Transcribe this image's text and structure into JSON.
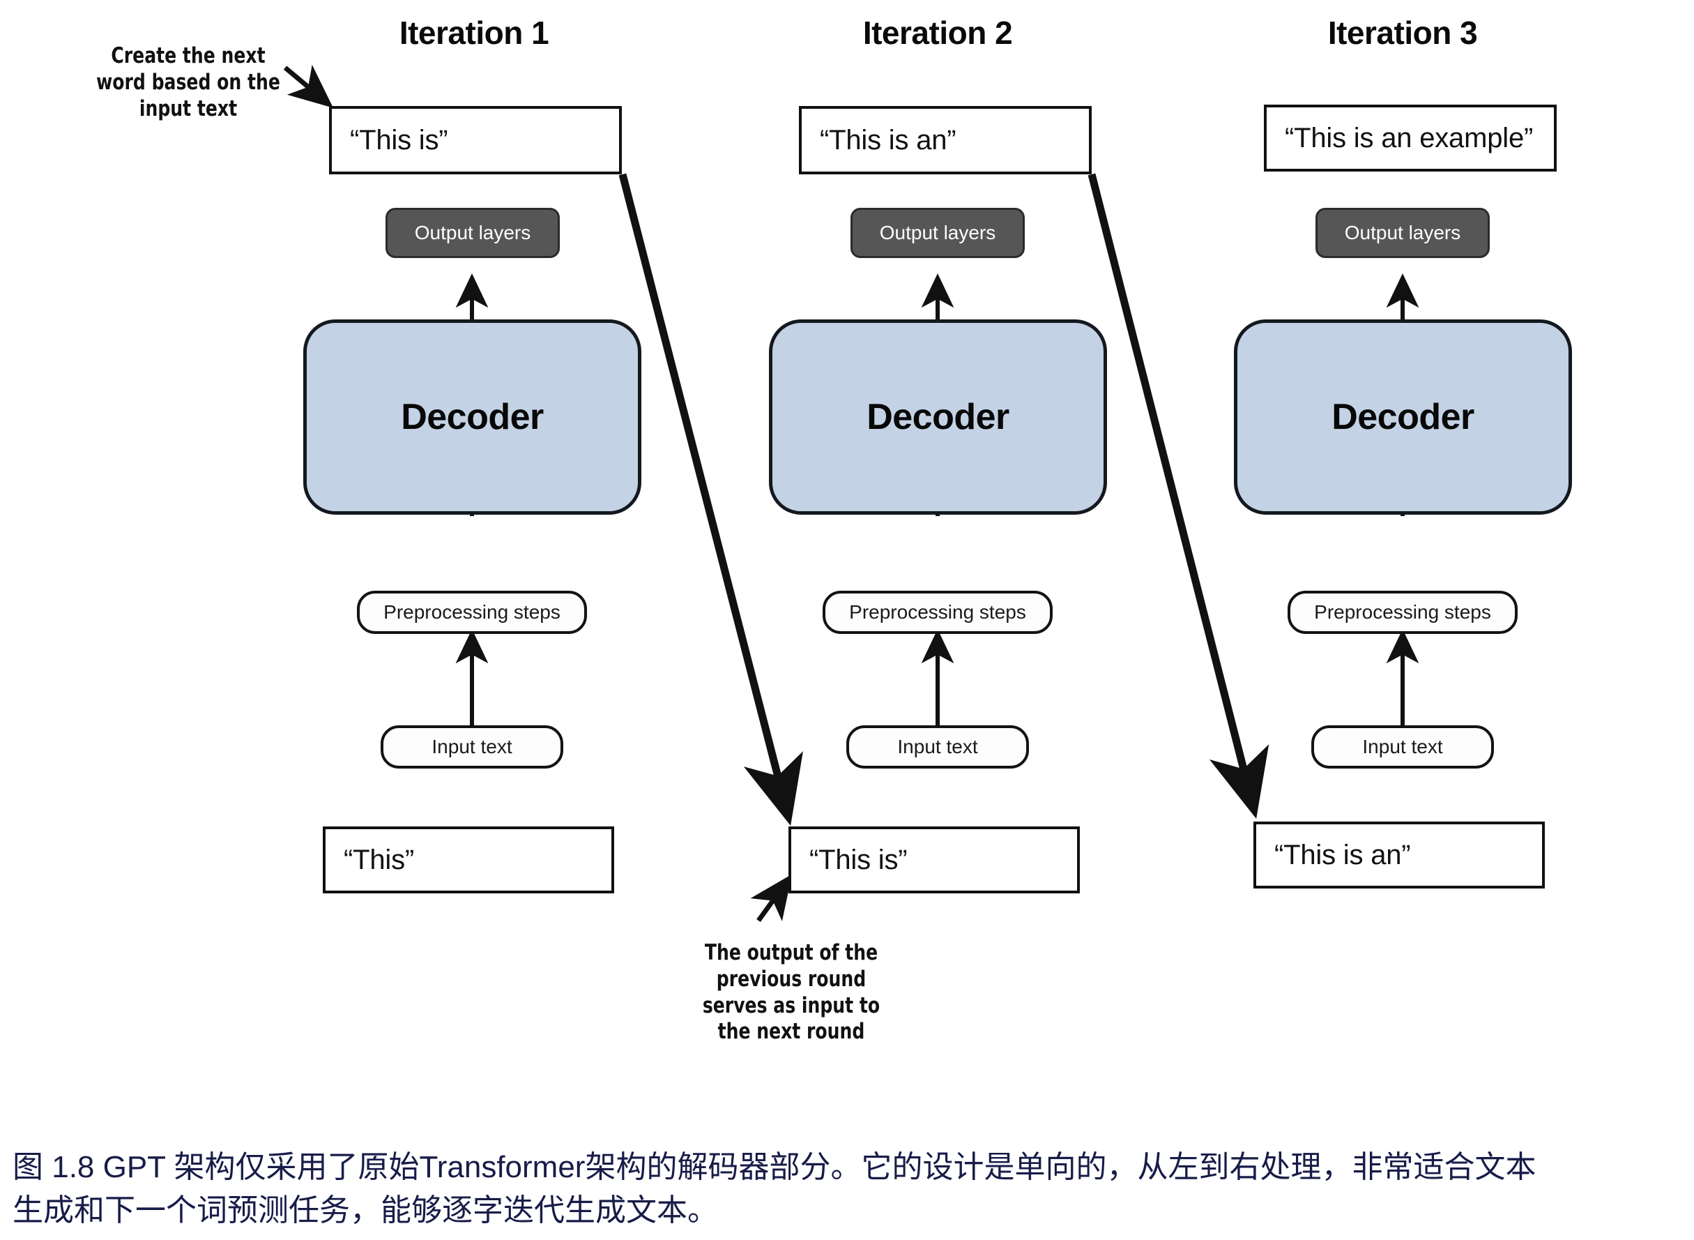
{
  "figure": {
    "caption_line1": "图 1.8  GPT 架构仅采用了原始Transformer架构的解码器部分。它的设计是单向的，从左到右处理，非常适合文本",
    "caption_line2": "生成和下一个词预测任务，能够逐字迭代生成文本。"
  },
  "annotations": {
    "top_left": {
      "line1": "Create the next",
      "line2": "word based on the",
      "line3": "input text"
    },
    "bottom_middle": {
      "line1": "The output of the",
      "line2": "previous round",
      "line3": "serves as input to",
      "line4": "the next round"
    }
  },
  "shared_labels": {
    "output_layers": "Output layers",
    "decoder": "Decoder",
    "preprocessing_steps": "Preprocessing steps",
    "input_text": "Input text"
  },
  "columns": [
    {
      "title": "Iteration 1",
      "output_text": "“This is”",
      "output_layers": "Output layers",
      "decoder": "Decoder",
      "preprocessing_steps": "Preprocessing steps",
      "input_text_label": "Input text",
      "input_text": "“This”"
    },
    {
      "title": "Iteration 2",
      "output_text": "“This is an”",
      "output_layers": "Output layers",
      "decoder": "Decoder",
      "preprocessing_steps": "Preprocessing steps",
      "input_text_label": "Input text",
      "input_text": "“This is”"
    },
    {
      "title": "Iteration 3",
      "output_text": "“This is an example”",
      "output_layers": "Output layers",
      "decoder": "Decoder",
      "preprocessing_steps": "Preprocessing steps",
      "input_text_label": "Input text",
      "input_text": "“This is an”"
    }
  ],
  "colors": {
    "decoder_fill": "#c3d2e4",
    "output_layers_fill": "#565656",
    "stroke": "#111111",
    "caption_text": "#171c48",
    "background": "#ffffff"
  }
}
